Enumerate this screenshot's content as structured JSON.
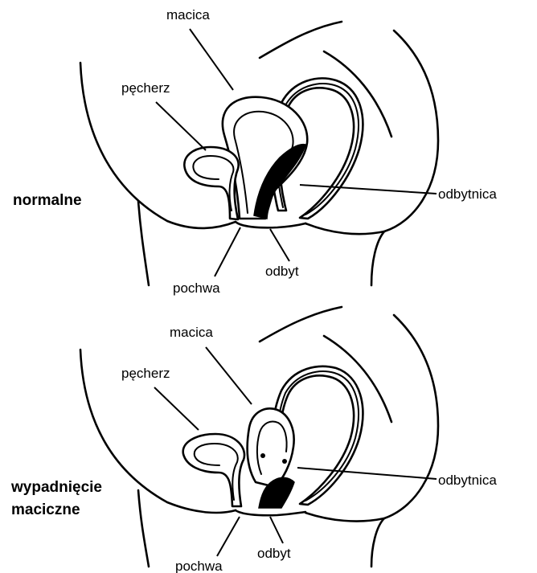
{
  "colors": {
    "line": "#000000",
    "background": "#ffffff"
  },
  "panels": [
    {
      "title_lines": [
        "normalne"
      ],
      "labels": {
        "uterus": "macica",
        "bladder": "pęcherz",
        "rectum": "odbytnica",
        "anus": "odbyt",
        "vagina": "pochwa"
      }
    },
    {
      "title_lines": [
        "wypadnięcie",
        "maciczne"
      ],
      "labels": {
        "uterus": "macica",
        "bladder": "pęcherz",
        "rectum": "odbytnica",
        "anus": "odbyt",
        "vagina": "pochwa"
      }
    }
  ]
}
